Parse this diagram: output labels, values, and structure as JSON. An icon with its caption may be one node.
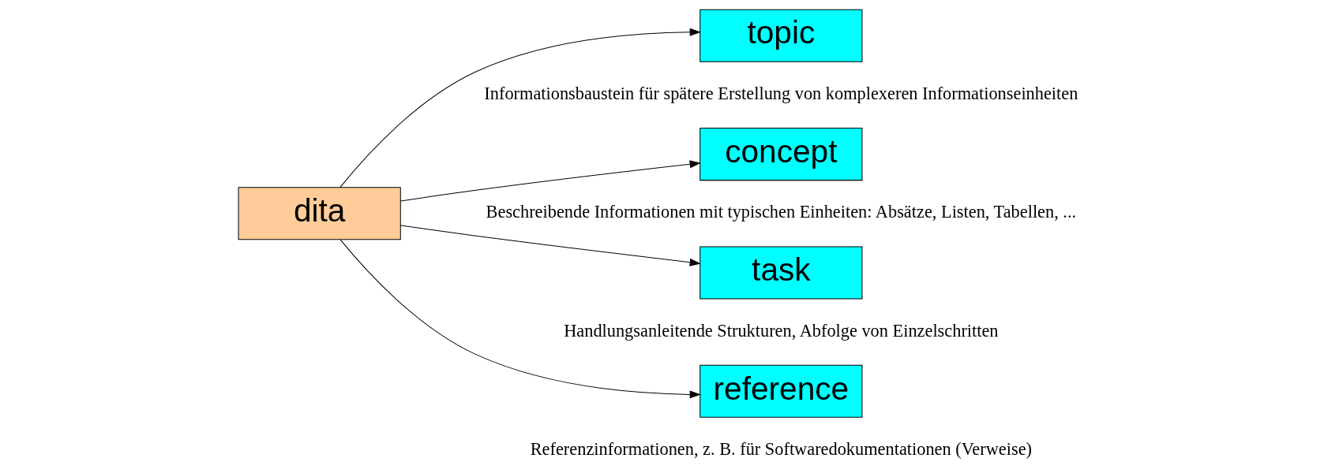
{
  "diagram": {
    "nodes": [
      {
        "text": [
          "dita"
        ]
      },
      {
        "text": [
          "topic"
        ],
        "beside": [
          "Informationsbaustein für spätere Erstellung von komplexeren Informationseinheiten"
        ]
      },
      {
        "text": [
          "concept"
        ],
        "beside": [
          "Beschreibende Informationen mit typischen Einheiten: Absätze, Listen, Tabellen, ..."
        ]
      },
      {
        "text": [
          "task"
        ],
        "beside": [
          "Handlungsanleitende Strukturen, Abfolge von Einzelschritten"
        ]
      },
      {
        "text": [
          "reference"
        ],
        "beside": [
          "Referenzinformationen, z. B. für Softwaredokumentationen (Verweise)"
        ]
      }
    ],
    "edges": [
      {
        "from": 0,
        "to": 1,
        "arrow": "to"
      },
      {
        "from": 0,
        "to": 2,
        "arrow": "to"
      },
      {
        "from": 0,
        "to": 3,
        "arrow": "to"
      },
      {
        "from": 0,
        "to": 4,
        "arrow": "to"
      }
    ]
  }
}
